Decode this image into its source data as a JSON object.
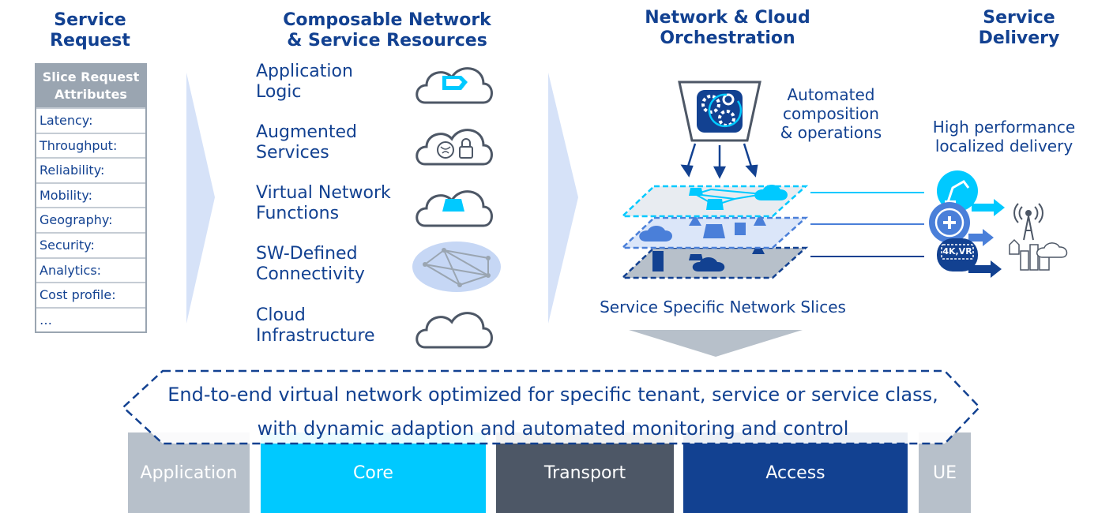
{
  "headers": {
    "service_request": "Service\nRequest",
    "composable": "Composable Network\n& Service Resources",
    "orchestration": "Network & Cloud\nOrchestration",
    "service_delivery": "Service\nDelivery"
  },
  "slice_table": {
    "title": "Slice Request\nAttributes",
    "rows": [
      "Latency:",
      "Throughput:",
      "Reliability:",
      "Mobility:",
      "Geography:",
      "Security:",
      "Analytics:",
      "Cost profile:",
      "…"
    ]
  },
  "resources": [
    {
      "label": "Application\nLogic",
      "icon": "cloud-tag-icon"
    },
    {
      "label": "Augmented\nServices",
      "icon": "cloud-brain-lock-icon"
    },
    {
      "label": "Virtual Network\nFunctions",
      "icon": "cloud-vnf-icon"
    },
    {
      "label": "SW-Defined\nConnectivity",
      "icon": "mesh-network-icon"
    },
    {
      "label": "Cloud\nInfrastructure",
      "icon": "cloud-icon"
    }
  ],
  "orchestration": {
    "automated": "Automated\ncomposition\n& operations",
    "slices_caption": "Service Specific Network Slices"
  },
  "delivery": {
    "caption": "High performance\nlocalized delivery",
    "badge_text": "4K,VR"
  },
  "bar_text": "End-to-end virtual network optimized for specific tenant, service or service class,\nwith dynamic adaption and automated monitoring and control",
  "layers": [
    {
      "label": "Application",
      "color": "#b7c0ca"
    },
    {
      "label": "Core",
      "color": "#00c9ff"
    },
    {
      "label": "Transport",
      "color": "#4d5766"
    },
    {
      "label": "Access",
      "color": "#124191"
    },
    {
      "label": "UE",
      "color": "#b7c0ca"
    }
  ],
  "colors": {
    "primary": "#124191",
    "cyan": "#00c9ff",
    "mid_blue": "#4a7fd9",
    "gray": "#9aa5b1",
    "chevron": "#d6e2f8"
  }
}
